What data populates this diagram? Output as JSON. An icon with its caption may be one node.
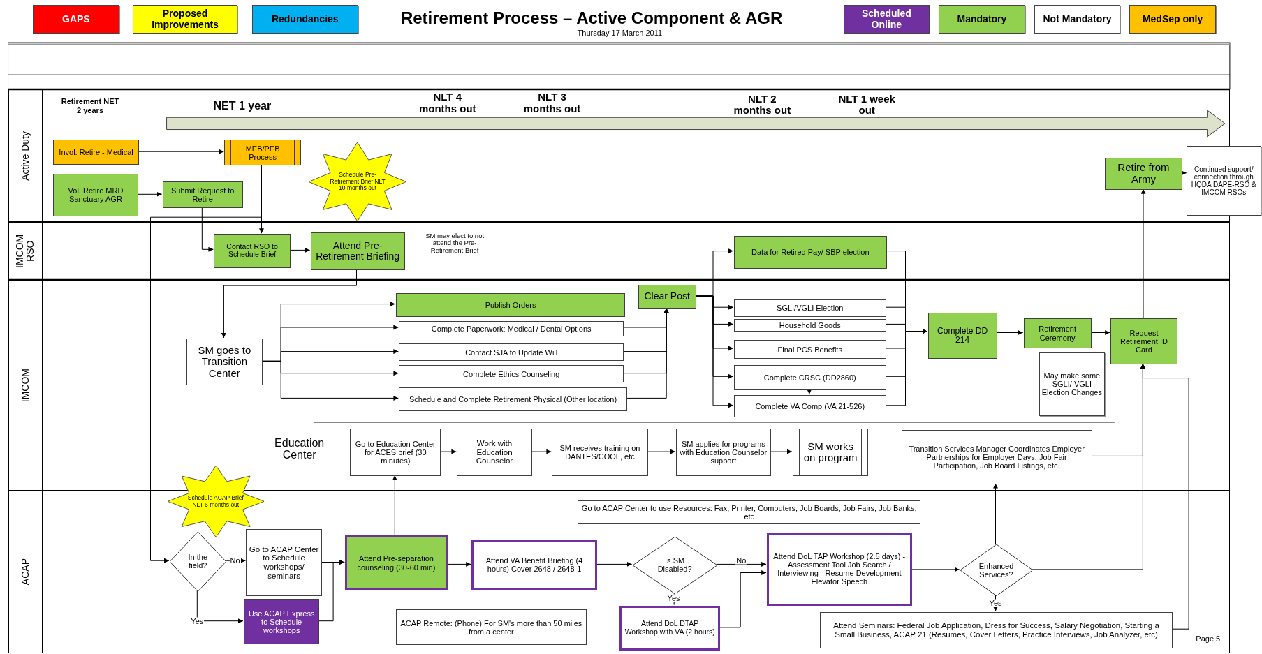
{
  "diagram": {
    "title": "Retirement Process – Active Component & AGR",
    "nodes": [
      {
        "text": [
          "Active Duty"
        ]
      },
      {
        "text": [
          "IMCOM RSO"
        ]
      },
      {
        "text": [
          "IMCOM"
        ]
      },
      {
        "text": [
          "ACAP"
        ]
      },
      {
        "text": [
          "Invol. Retire - Medical"
        ],
        "in": 0
      },
      {
        "text": [
          "MEB/PEB Process"
        ],
        "in": 0
      },
      {
        "text": [
          "Vol. Retire MRD Sanctuary AGR"
        ],
        "in": 0
      },
      {
        "text": [
          "Submit Request to Retire"
        ],
        "in": 0
      },
      {
        "text": [
          "Schedule Pre-Retirement Brief NLT 10 months out"
        ],
        "in": 0
      },
      {
        "text": [
          "Retire from Army"
        ],
        "in": 0
      },
      {
        "text": [
          "Continued support/ connection through HQDA DAPE-RSO & IMCOM RSOs"
        ]
      },
      {
        "text": [
          "Contact RSO to Schedule Brief"
        ],
        "in": 1
      },
      {
        "text": [
          "Attend Pre-Retirement Briefing"
        ],
        "in": 1
      },
      {
        "text": [
          "Data for Retired Pay/ SBP election"
        ],
        "in": 1
      },
      {
        "text": [
          "Clear Post"
        ],
        "in": 2
      },
      {
        "text": [
          "Publish Orders"
        ],
        "in": 2
      },
      {
        "text": [
          "Complete Paperwork: Medical / Dental Options"
        ],
        "in": 2
      },
      {
        "text": [
          "Contact SJA to Update Will"
        ],
        "in": 2
      },
      {
        "text": [
          "Complete Ethics Counseling"
        ],
        "in": 2
      },
      {
        "text": [
          "Schedule and Complete Retirement Physical (Other location)"
        ],
        "in": 2
      },
      {
        "text": [
          "SM goes to Transition Center"
        ],
        "in": 2
      },
      {
        "text": [
          "SGLI/VGLI Election"
        ],
        "in": 2
      },
      {
        "text": [
          "Household Goods"
        ],
        "in": 2
      },
      {
        "text": [
          "Final PCS Benefits"
        ],
        "in": 2
      },
      {
        "text": [
          "Complete CRSC (DD2860)"
        ],
        "in": 2
      },
      {
        "text": [
          "Complete VA Comp (VA 21-526)"
        ],
        "in": 2
      },
      {
        "text": [
          "Complete DD 214"
        ],
        "in": 2
      },
      {
        "text": [
          "Retirement Ceremony"
        ],
        "in": 2
      },
      {
        "text": [
          "Request Retirement ID Card"
        ],
        "in": 2
      },
      {
        "text": [
          "May make some SGLI/ VGLI Election Changes"
        ],
        "in": 2
      },
      {
        "text": [
          "Go to Education Center for ACES brief (30 minutes)"
        ],
        "in": 2
      },
      {
        "text": [
          "Work with Education Counselor"
        ],
        "in": 2
      },
      {
        "text": [
          "SM receives training on DANTES/COOL, etc"
        ],
        "in": 2
      },
      {
        "text": [
          "SM applies for programs with Education Counselor support"
        ],
        "in": 2
      },
      {
        "text": [
          "SM works on program"
        ],
        "in": 2
      },
      {
        "text": [
          "Transition Services Manager Coordinates Employer Partnerships for Employer Days, Job Fair Participation, Job Board Listings, etc."
        ],
        "in": 2
      },
      {
        "text": [
          "Schedule ACAP Brief NLT 6 months out"
        ]
      },
      {
        "text": [
          "In the field?"
        ],
        "in": 3
      },
      {
        "text": [
          "Go to ACAP Center to Schedule workshops/ seminars"
        ],
        "in": 3
      },
      {
        "text": [
          "Use ACAP Express to Schedule workshops"
        ],
        "in": 3
      },
      {
        "text": [
          "Attend Pre-separation counseling (30-60 min)"
        ],
        "in": 3
      },
      {
        "text": [
          "Attend VA Benefit Briefing (4 hours) Cover 2648 / 2648-1"
        ],
        "in": 3
      },
      {
        "text": [
          "Is SM Disabled?"
        ],
        "in": 3
      },
      {
        "text": [
          "Attend DoL DTAP Workshop with VA (2 hours)"
        ],
        "in": 3
      },
      {
        "text": [
          "Attend DoL TAP Workshop (2.5 days) - Assessment Tool Job Search / Interviewing - Resume Development Elevator Speech"
        ],
        "in": 3
      },
      {
        "text": [
          "Enhanced Services?"
        ],
        "in": 3
      },
      {
        "text": [
          "Attend Seminars: Federal Job Application, Dress for Success, Salary Negotiation, Starting a Small Business, ACAP 21 (Resumes, Cover Letters, Practice Interviews, Job Analyzer, etc)"
        ],
        "in": 3
      },
      {
        "text": [
          "Go to ACAP Center to use Resources: Fax, Printer, Computers, Job Boards, Job Fairs, Job Banks, etc"
        ],
        "in": 3
      },
      {
        "text": [
          "ACAP Remote: (Phone) For SM's more than 50 miles from a center"
        ],
        "in": 3
      }
    ],
    "edges": [
      {
        "from": 4,
        "to": 5,
        "arrow": "to"
      },
      {
        "from": 6,
        "to": 7,
        "arrow": "to"
      },
      {
        "from": 5,
        "to": 11,
        "arrow": "to"
      },
      {
        "from": 7,
        "to": 11,
        "arrow": "to"
      },
      {
        "from": 5,
        "to": 37,
        "arrow": "to"
      },
      {
        "from": 11,
        "to": 12,
        "arrow": "to"
      },
      {
        "from": 12,
        "to": 20,
        "arrow": "to"
      },
      {
        "from": 20,
        "to": 15,
        "arrow": "to"
      },
      {
        "from": 20,
        "to": 16,
        "arrow": "to"
      },
      {
        "from": 20,
        "to": 17,
        "arrow": "to"
      },
      {
        "from": 20,
        "to": 18,
        "arrow": "to"
      },
      {
        "from": 20,
        "to": 19,
        "arrow": "to"
      },
      {
        "from": 16,
        "to": 14,
        "arrow": "to"
      },
      {
        "from": 17,
        "to": 14,
        "arrow": "to"
      },
      {
        "from": 18,
        "to": 14,
        "arrow": "to"
      },
      {
        "from": 19,
        "to": 14,
        "arrow": "to"
      },
      {
        "from": 14,
        "to": 13,
        "arrow": "to"
      },
      {
        "from": 14,
        "to": 21,
        "arrow": "to"
      },
      {
        "from": 14,
        "to": 22,
        "arrow": "to"
      },
      {
        "from": 14,
        "to": 23,
        "arrow": "to"
      },
      {
        "from": 14,
        "to": 24,
        "arrow": "to"
      },
      {
        "from": 14,
        "to": 25,
        "arrow": "to"
      },
      {
        "from": 13,
        "to": 26,
        "arrow": "to"
      },
      {
        "from": 21,
        "to": 26,
        "arrow": "to"
      },
      {
        "from": 22,
        "to": 26,
        "arrow": "to"
      },
      {
        "from": 23,
        "to": 26,
        "arrow": "to"
      },
      {
        "from": 24,
        "to": 26,
        "arrow": "to"
      },
      {
        "from": 25,
        "to": 26,
        "arrow": "to"
      },
      {
        "from": 24,
        "to": 25,
        "arrow": "to"
      },
      {
        "from": 26,
        "to": 27,
        "arrow": "to"
      },
      {
        "from": 27,
        "to": 28,
        "arrow": "to"
      },
      {
        "from": 28,
        "to": 9,
        "arrow": "to"
      },
      {
        "from": 9,
        "to": 10,
        "arrow": "to"
      },
      {
        "from": 35,
        "to": 28,
        "arrow": "to"
      },
      {
        "from": 45,
        "to": 28,
        "arrow": "to"
      },
      {
        "from": 46,
        "to": 28,
        "arrow": "to"
      },
      {
        "from": 45,
        "to": 35,
        "arrow": "to"
      },
      {
        "from": 45,
        "to": 46,
        "arrow": "to",
        "label": "Yes"
      },
      {
        "from": 44,
        "to": 45,
        "arrow": "to"
      },
      {
        "from": 42,
        "to": 44,
        "arrow": "to",
        "label": "No"
      },
      {
        "from": 42,
        "to": 43,
        "arrow": "none",
        "label": "Yes"
      },
      {
        "from": 43,
        "to": 44,
        "arrow": "to"
      },
      {
        "from": 41,
        "to": 42,
        "arrow": "to"
      },
      {
        "from": 40,
        "to": 41,
        "arrow": "to"
      },
      {
        "from": 40,
        "to": 30,
        "arrow": "to"
      },
      {
        "from": 30,
        "to": 31,
        "arrow": "to"
      },
      {
        "from": 31,
        "to": 32,
        "arrow": "to"
      },
      {
        "from": 32,
        "to": 33,
        "arrow": "to"
      },
      {
        "from": 33,
        "to": 34,
        "arrow": "to"
      },
      {
        "from": 37,
        "to": 38,
        "arrow": "to",
        "label": "No"
      },
      {
        "from": 37,
        "to": 39,
        "arrow": "to",
        "label": "Yes"
      },
      {
        "from": 38,
        "to": 40,
        "arrow": "to"
      },
      {
        "from": 39,
        "to": 40,
        "arrow": "to"
      }
    ],
    "labels": [
      "Thursday 17 March 2011",
      "Retirement NET 2 years",
      "NET 1 year",
      "NLT 4 months out",
      "NLT 3 months out",
      "NLT 2 months out",
      "NLT 1 week out",
      "SM may elect to not attend the Pre-Retirement Brief",
      "Education Center",
      "Page 5"
    ],
    "legend": [
      {
        "text": "GAPS",
        "color": "#ff0000"
      },
      {
        "text": "Proposed Improvements",
        "color": "#ffff00"
      },
      {
        "text": "Redundancies",
        "color": "#00b0f0"
      },
      {
        "text": "Scheduled Online",
        "color": "#7030a0"
      },
      {
        "text": "Mandatory",
        "color": "#92d050"
      },
      {
        "text": "Not Mandatory",
        "color": "#ffffff"
      },
      {
        "text": "MedSep only",
        "color": "#ffc000"
      }
    ]
  }
}
